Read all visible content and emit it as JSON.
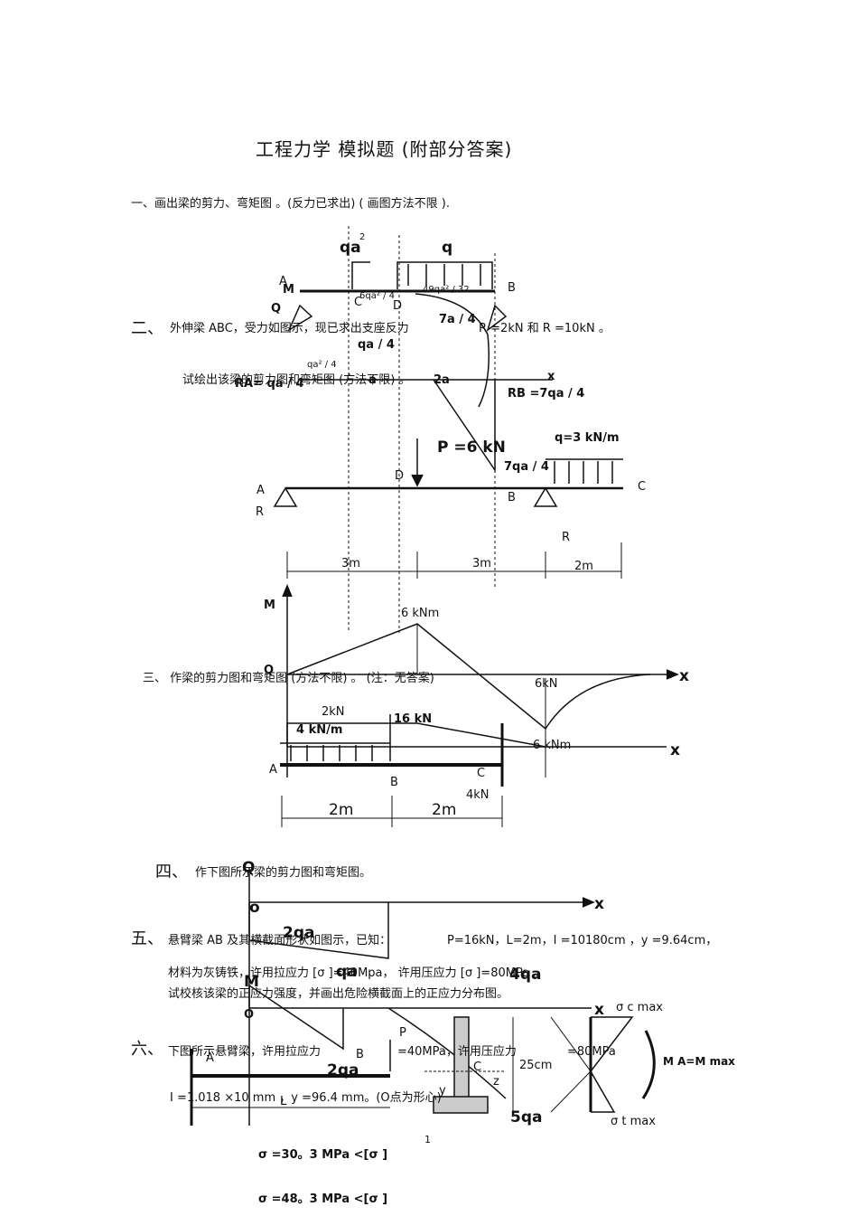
{
  "title": "工程力学  模拟题  (附部分答案)",
  "sections": {
    "s1": "一、画出梁的剪力、弯矩图    。(反力已求出)  (  画图方法不限 ).",
    "s2_num": "二、",
    "s2_a": "外伸梁 ABC，受力如图示，现已求出支座反力",
    "s2_rb": "R =2kN 和 R =10kN 。",
    "s2_b": "试绘出该梁的剪力图和弯矩图 (方法不限)       。",
    "s3": "三、 作梁的剪力图和弯矩图 (方法不限)      。   (注：无答案)",
    "s4_num": "四、",
    "s4": "作下图所示梁的剪力图和弯矩图。",
    "s5_num": "五、",
    "s5_a": "悬臂梁  AB 及其横截面形状如图示，已知：",
    "s5_vals": "P=16kN，L=2m，I =10180cm ，y =9.64cm，",
    "s5_b": "材料为灰铸铁，许用拉应力  [σ ]=40Mpa， 许用压应力  [σ ]=80MPa  。",
    "s5_c": "试校核该梁的正应力强度，并画出危险横截面上的正应力分布图。",
    "s6_num": "六、",
    "s6_a": "下图所示悬臂梁，许用拉应力",
    "s6_b": "=40MPa，许用压应力",
    "s6_c": "=80MPa",
    "s6_d": "I =1.018 ×10  mm ，y =96.4 mm。(O点为形心)",
    "ans1": "σ    =30。3   MPa  <[σ ]",
    "ans2": "σ    =48。3   MPa  <[σ ]",
    "page_no": "1"
  },
  "diagram1": {
    "qa2": "qa",
    "sup2": "2",
    "q": "q",
    "A": "A",
    "M": "M",
    "B": "B",
    "Q": "Q",
    "C": "C",
    "D": "D",
    "m1": "6qa² / 4",
    "m2": "49qa² / 32",
    "m3": "qa² / 4",
    "v1": "7a / 4",
    "v2": "qa / 4",
    "v3": "qa² / 4",
    "ra": "RA= qa / 4",
    "rb": "RB =7qa / 4",
    "a1": "a",
    "a2": "2a",
    "x": "x",
    "v4": "7qa / 4"
  },
  "diagram2": {
    "P": "P =6 kN",
    "q": "q=3 kN/m",
    "A": "A",
    "D": "D",
    "B": "B",
    "C": "C",
    "RA": "R",
    "RB": "R",
    "d1": "3m",
    "d2": "3m",
    "d3": "2m",
    "M": "M",
    "m6": "6 kNm",
    "Q": "Q",
    "x": "x",
    "v6": "6kN",
    "m6b": "6 kNm",
    "x2": "x"
  },
  "diagram3": {
    "v2": "2kN",
    "q": "4 kN/m",
    "P": "16 kN",
    "A": "A",
    "B": "B",
    "C": "C",
    "v4": "4kN",
    "d1": "2m",
    "d2": "2m"
  },
  "diagram4": {
    "Q": "Q",
    "o": "o",
    "x": "x",
    "v1": "2qa",
    "M": "M",
    "m1": "qa",
    "m2": "4qa",
    "O": "O",
    "x2": "x",
    "m3": "2qa",
    "m4": "5qa"
  },
  "diagram5": {
    "P": "P",
    "A": "A",
    "B": "B",
    "L": "L",
    "C": "C",
    "z": "z",
    "y": "y",
    "h": "25cm",
    "smax_c": "σ c max",
    "ma": "M A=M max",
    "smax_t": "σ t max"
  }
}
